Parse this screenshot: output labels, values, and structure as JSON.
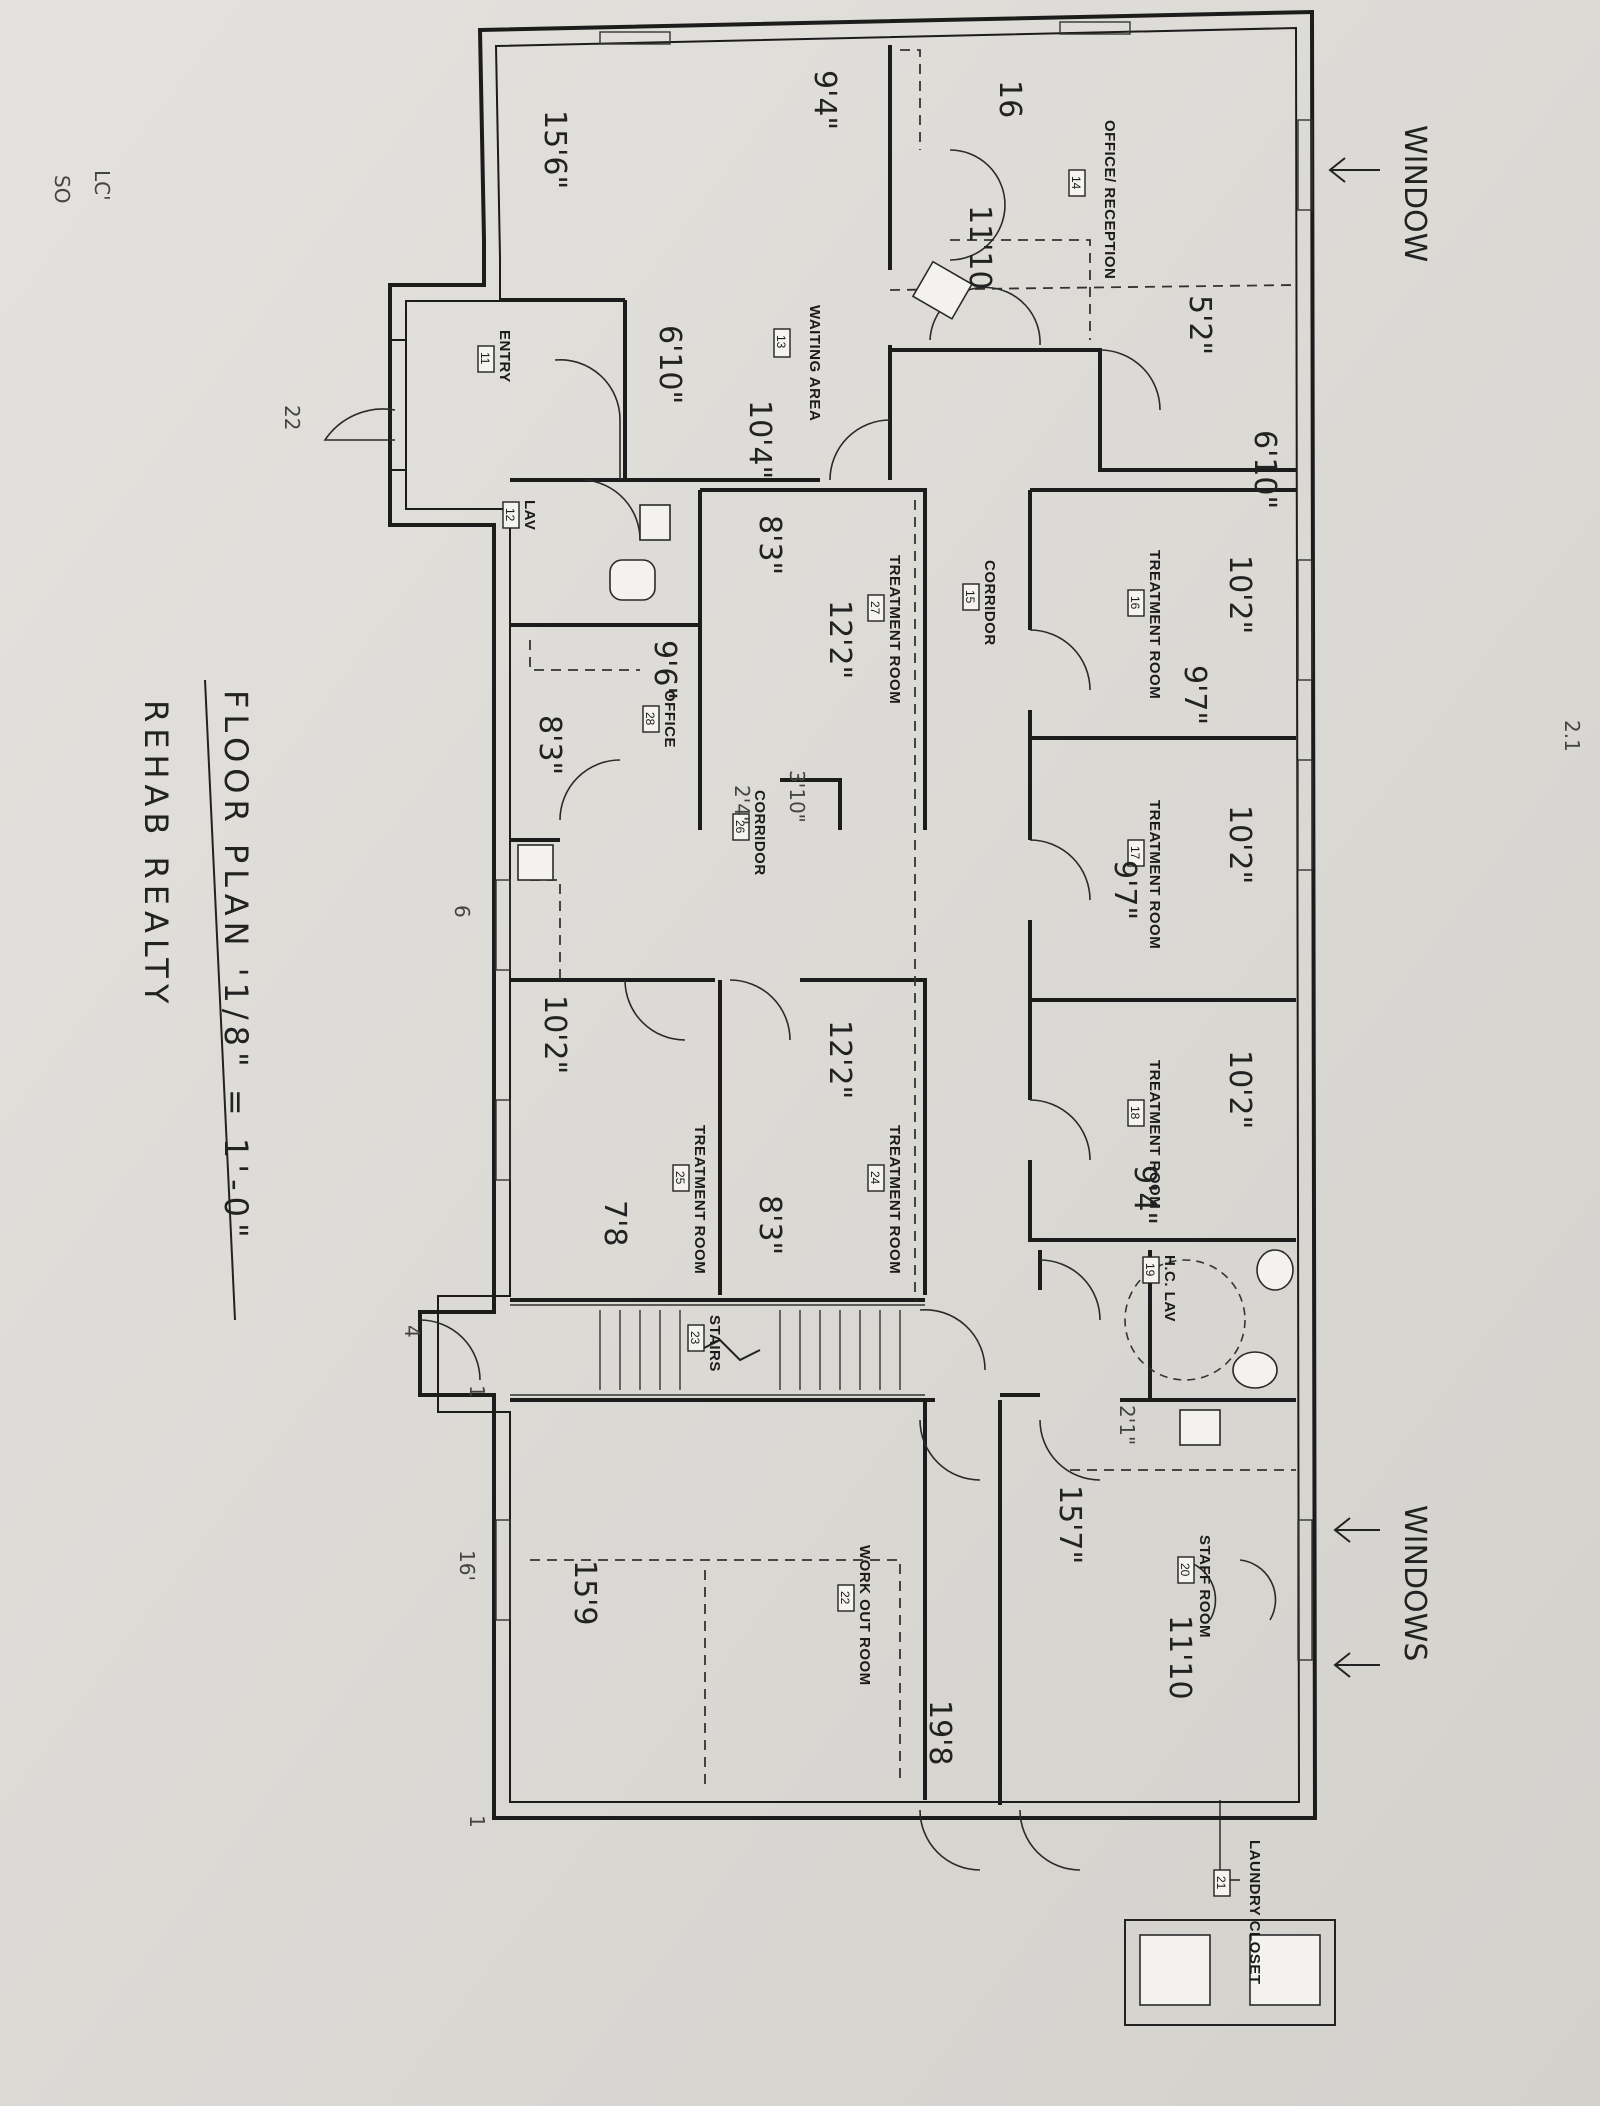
{
  "sheet": {
    "page_number": "2.1",
    "title": "FLOOR PLAN '1/8\" = 1'-0\"",
    "subtitle": "REHAB REALTY",
    "window_label_top": "WINDOW",
    "window_label_bottom": "WINDOWS",
    "margin_notes": [
      "22",
      "6",
      "4",
      "16'",
      "1",
      "1",
      "LC'",
      "SO"
    ]
  },
  "rooms": [
    {
      "key": "entry",
      "label": "ENTRY",
      "number": "11"
    },
    {
      "key": "lav12",
      "label": "LAV",
      "number": "12"
    },
    {
      "key": "waiting",
      "label": "WAITING AREA",
      "number": "13"
    },
    {
      "key": "office14",
      "label": "OFFICE/ RECEPTION",
      "number": "14"
    },
    {
      "key": "corridor15",
      "label": "CORRIDOR",
      "number": "15"
    },
    {
      "key": "tr16",
      "label": "TREATMENT ROOM",
      "number": "16"
    },
    {
      "key": "tr17",
      "label": "TREATMENT ROOM",
      "number": "17"
    },
    {
      "key": "tr18",
      "label": "TREATMENT ROOM",
      "number": "18"
    },
    {
      "key": "hclav",
      "label": "H.C. LAV",
      "number": "19"
    },
    {
      "key": "staff",
      "label": "STAFF ROOM",
      "number": "20"
    },
    {
      "key": "laundry",
      "label": "LAUNDRY CLOSET",
      "number": "21"
    },
    {
      "key": "workout",
      "label": "WORK OUT ROOM",
      "number": "22"
    },
    {
      "key": "stairs",
      "label": "STAIRS",
      "number": "23"
    },
    {
      "key": "tr24",
      "label": "TREATMENT ROOM",
      "number": "24"
    },
    {
      "key": "tr25",
      "label": "TREATMENT ROOM",
      "number": "25"
    },
    {
      "key": "corridor26",
      "label": "CORRIDOR",
      "number": "26"
    },
    {
      "key": "tr27",
      "label": "TREATMENT ROOM",
      "number": "27"
    },
    {
      "key": "office28",
      "label": "OFFICE",
      "number": "28"
    }
  ],
  "dimensions": {
    "office_a": "15'6\"",
    "office_b": "9'4\"",
    "reception_a": "16",
    "reception_b": "11'10",
    "reception_c": "5'2\"",
    "reception_d": "6'10\"",
    "waiting_a": "6'10\"",
    "waiting_b": "10'4\"",
    "tr27_a": "8'3\"",
    "tr27_b": "12'2\"",
    "office28_a": "9'6\"",
    "office28_b": "8'3\"",
    "corridor26_a": "3'10\"",
    "corridor26_b": "2'4\"",
    "tr16_a": "10'2\"",
    "tr16_b": "9'7\"",
    "tr17_a": "10'2\"",
    "tr17_b": "9'7\"",
    "tr18_a": "10'2\"",
    "tr18_b": "9'4\"",
    "tr25_a": "10'2\"",
    "tr25_b": "7'8",
    "tr24_a": "12'2\"",
    "tr24_b": "8'3\"",
    "hclav_a": "2'1\"",
    "staff_a": "15'7\"",
    "staff_b": "11'10",
    "workout_a": "15'9",
    "workout_b": "19'8"
  }
}
